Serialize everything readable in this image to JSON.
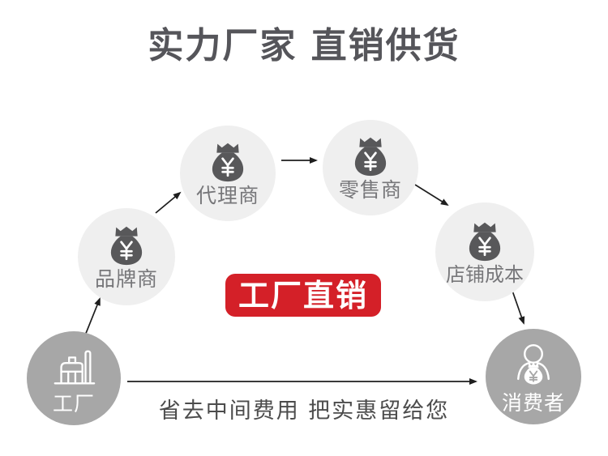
{
  "title": "实力厂家 直销供货",
  "banner": {
    "label": "工厂直销"
  },
  "caption": "省去中间费用 把实惠留给您",
  "nodes": {
    "factory": {
      "label": "工厂"
    },
    "brand": {
      "label": "品牌商"
    },
    "agent": {
      "label": "代理商"
    },
    "retailer": {
      "label": "零售商"
    },
    "storeCost": {
      "label": "店铺成本"
    },
    "consumer": {
      "label": "消费者"
    }
  },
  "flow_edges": [
    {
      "from": "工厂",
      "to": "品牌商"
    },
    {
      "from": "品牌商",
      "to": "代理商"
    },
    {
      "from": "代理商",
      "to": "零售商"
    },
    {
      "from": "零售商",
      "to": "店铺成本"
    },
    {
      "from": "店铺成本",
      "to": "消费者"
    },
    {
      "from": "工厂",
      "to": "消费者"
    }
  ],
  "colors": {
    "accent_red": "#d42028",
    "light_circle": "#efefef",
    "dark_circle": "#a7a7a7",
    "icon_dark": "#58585a",
    "title_text": "#55555a",
    "caption_text": "#4c4c4c",
    "label_gray": "#77777a",
    "arrow": "#1e1e1e"
  }
}
